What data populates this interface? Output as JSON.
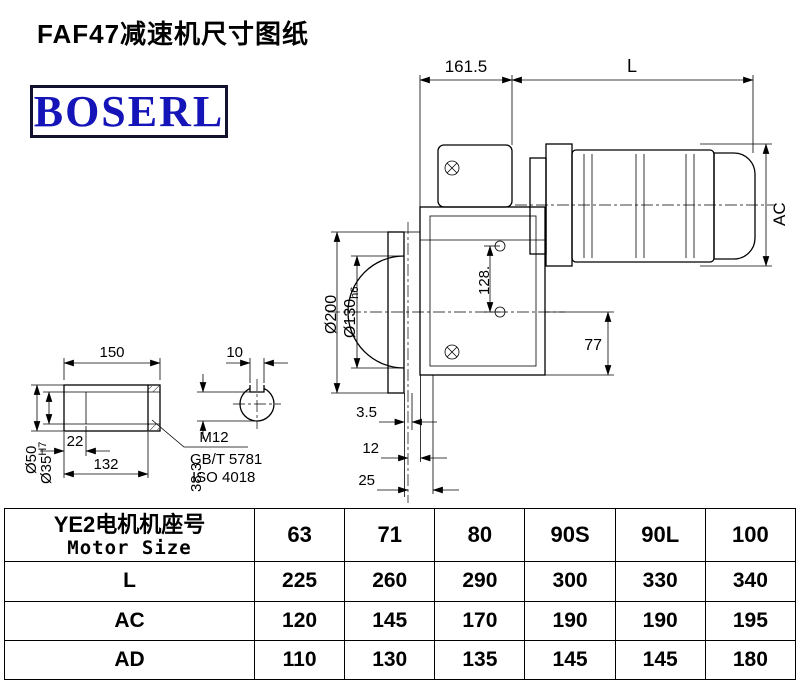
{
  "page": {
    "title": "FAF47减速机尺寸图纸",
    "logo": "BOSERL",
    "brand_color": "#1414b8"
  },
  "drawing": {
    "dim_width_gearbox": "161.5",
    "dim_motor_length": "L",
    "dim_motor_ac": "AC",
    "dim_flange_dia": "Ø200",
    "dim_spigot_dia": "Ø130",
    "dim_spigot_tol": "h6",
    "dim_bolt_spacing": "128.",
    "dim_77": "77",
    "dim_3_5": "3.5",
    "dim_12": "12",
    "dim_25": "25",
    "dim_keyway_height": "38.3",
    "dim_shaft_length": "150",
    "dim_keyway_width": "10",
    "dim_22": "22",
    "dim_132": "132",
    "dim_shaft_od": "Ø50",
    "dim_bore_dia": "Ø35",
    "dim_bore_tol": "H7",
    "note_thread": "M12",
    "note_std1": "GB/T 5781",
    "note_std2": "ISO 4018"
  },
  "table": {
    "row_header_line1": "YE2电机机座号",
    "row_header_line2": "Motor Size",
    "sizes": [
      "63",
      "71",
      "80",
      "90S",
      "90L",
      "100"
    ],
    "rows": [
      {
        "label": "L",
        "values": [
          "225",
          "260",
          "290",
          "300",
          "330",
          "340"
        ]
      },
      {
        "label": "AC",
        "values": [
          "120",
          "145",
          "170",
          "190",
          "190",
          "195"
        ]
      },
      {
        "label": "AD",
        "values": [
          "110",
          "130",
          "135",
          "145",
          "145",
          "180"
        ]
      }
    ]
  }
}
